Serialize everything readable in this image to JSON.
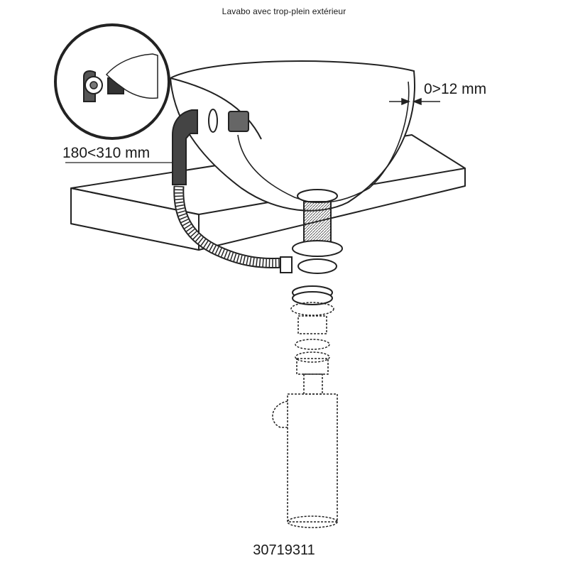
{
  "title": "Lavabo avec trop-plein extérieur",
  "dimensions": {
    "counter_thickness": "0>12 mm",
    "overflow_hose_length": "180<310 mm"
  },
  "reference_number": "30719311"
}
